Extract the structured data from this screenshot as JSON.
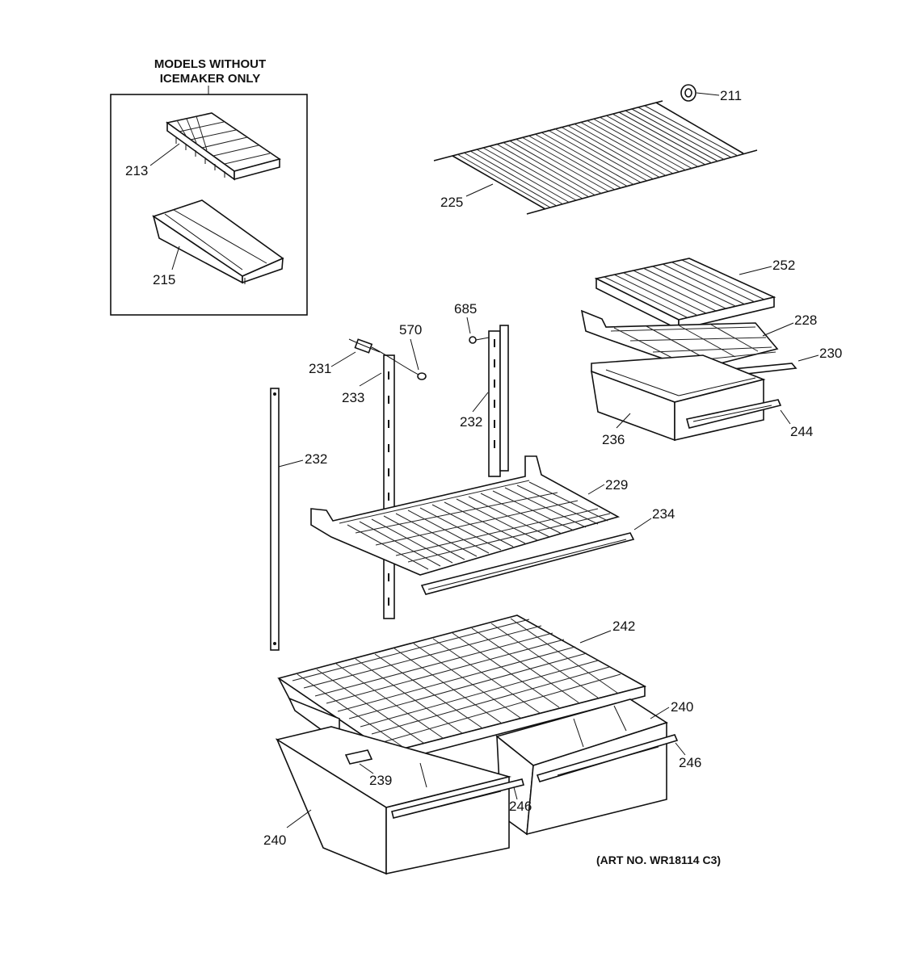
{
  "diagram": {
    "header": {
      "line1": "MODELS WITHOUT",
      "line2": "ICEMAKER ONLY"
    },
    "art_number": "(ART NO. WR18114 C3)",
    "callouts": {
      "p211": "211",
      "p213": "213",
      "p215": "215",
      "p225": "225",
      "p252": "252",
      "p685": "685",
      "p570": "570",
      "p228": "228",
      "p231": "231",
      "p233": "233",
      "p230": "230",
      "p232a": "232",
      "p232b": "232",
      "p236": "236",
      "p244": "244",
      "p229": "229",
      "p234": "234",
      "p242": "242",
      "p240a": "240",
      "p246a": "246",
      "p239": "239",
      "p246b": "246",
      "p240b": "240"
    }
  }
}
